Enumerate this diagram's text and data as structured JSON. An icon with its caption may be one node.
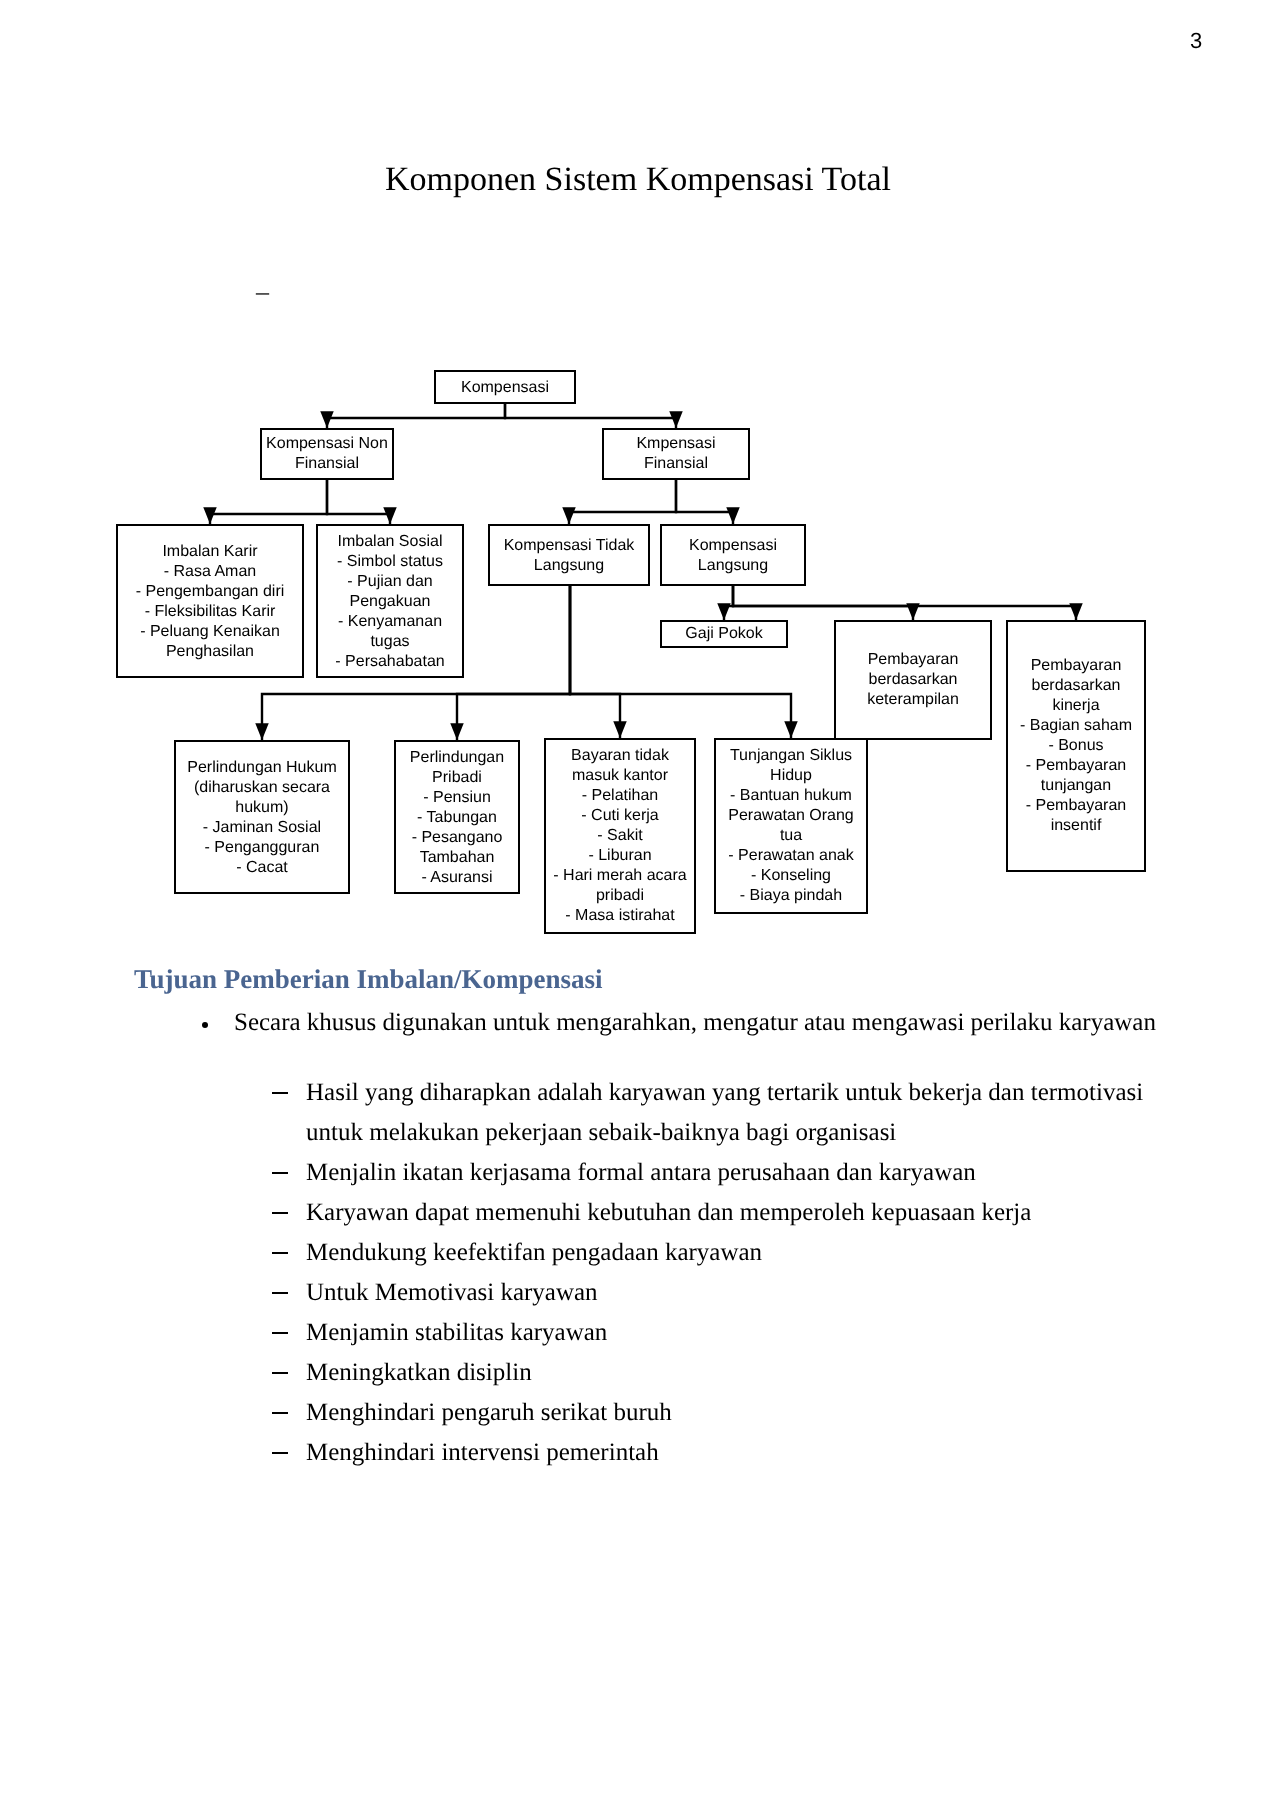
{
  "diagram": {
    "title": "Komponen Sistem Kompensasi Total",
    "nodes": [
      {
        "text": [
          "Kompensasi"
        ]
      },
      {
        "text": [
          "Kompensasi Non Finansial"
        ]
      },
      {
        "text": [
          "Kmpensasi Finansial"
        ]
      },
      {
        "text": [
          "Imbalan Karir",
          "- Rasa Aman",
          "- Pengembangan diri",
          "- Fleksibilitas Karir",
          "- Peluang Kenaikan Penghasilan"
        ]
      },
      {
        "text": [
          "Imbalan Sosial",
          "- Simbol status",
          "- Pujian dan Pengakuan",
          "- Kenyamanan tugas",
          "- Persahabatan"
        ]
      },
      {
        "text": [
          "Kompensasi Tidak Langsung"
        ]
      },
      {
        "text": [
          "Kompensasi Langsung"
        ]
      },
      {
        "text": [
          "Gaji Pokok"
        ]
      },
      {
        "text": [
          "Pembayaran berdasarkan keterampilan"
        ]
      },
      {
        "text": [
          "Pembayaran berdasarkan kinerja",
          "- Bagian saham",
          "- Bonus",
          "- Pembayaran tunjangan",
          "- Pembayaran insentif"
        ]
      },
      {
        "text": [
          "Perlindungan Hukum",
          "(diharuskan secara hukum)",
          "- Jaminan Sosial",
          "- Pengangguran",
          "- Cacat"
        ]
      },
      {
        "text": [
          "Perlindungan Pribadi",
          "- Pensiun",
          "- Tabungan",
          "- Pesangano Tambahan",
          "- Asuransi"
        ]
      },
      {
        "text": [
          "Bayaran tidak masuk kantor",
          "- Pelatihan",
          "- Cuti kerja",
          "- Sakit",
          "- Liburan",
          "- Hari merah acara pribadi",
          "- Masa istirahat"
        ]
      },
      {
        "text": [
          "Tunjangan Siklus Hidup",
          "- Bantuan hukum",
          "Perawatan Orang tua",
          "- Perawatan anak",
          "- Konseling",
          "- Biaya pindah"
        ]
      }
    ],
    "edges": [
      {
        "from": 0,
        "to": 1,
        "arrow": "to"
      },
      {
        "from": 0,
        "to": 2,
        "arrow": "to"
      },
      {
        "from": 1,
        "to": 3,
        "arrow": "to"
      },
      {
        "from": 1,
        "to": 4,
        "arrow": "to"
      },
      {
        "from": 2,
        "to": 5,
        "arrow": "to"
      },
      {
        "from": 2,
        "to": 6,
        "arrow": "to"
      },
      {
        "from": 6,
        "to": 7,
        "arrow": "to"
      },
      {
        "from": 6,
        "to": 8,
        "arrow": "to"
      },
      {
        "from": 6,
        "to": 9,
        "arrow": "to"
      },
      {
        "from": 5,
        "to": 10,
        "arrow": "to"
      },
      {
        "from": 5,
        "to": 11,
        "arrow": "to"
      },
      {
        "from": 5,
        "to": 12,
        "arrow": "to"
      },
      {
        "from": 5,
        "to": 13,
        "arrow": "to"
      }
    ],
    "labels": [
      "3",
      "–",
      "Tujuan Pemberian Imbalan/Kompensasi",
      "Secara khusus digunakan untuk mengarahkan, mengatur atau mengawasi perilaku karyawan",
      "Hasil yang diharapkan adalah karyawan yang tertarik untuk bekerja dan termotivasi untuk melakukan pekerjaan sebaik-baiknya bagi organisasi",
      "Menjalin ikatan kerjasama formal antara perusahaan dan karyawan",
      "Karyawan dapat memenuhi kebutuhan dan memperoleh kepuasaan kerja",
      "Mendukung keefektifan pengadaan karyawan",
      "Untuk Memotivasi karyawan",
      "Menjamin stabilitas karyawan",
      "Meningkatkan disiplin",
      "Menghindari pengaruh serikat buruh",
      "Menghindari intervensi pemerintah"
    ]
  }
}
